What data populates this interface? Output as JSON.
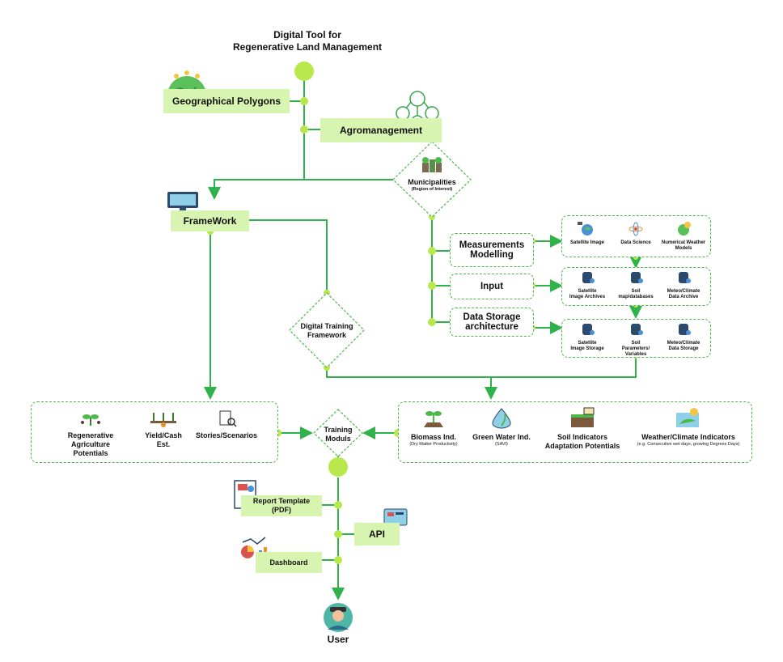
{
  "title_line1": "Digital Tool for",
  "title_line2": "Regenerative Land Management",
  "nodes": {
    "geo": "Geographical Polygons",
    "agro": "Agromanagement",
    "muni": "Municipalities",
    "muni_sub": "(Region of Interest)",
    "framework": "FrameWork",
    "meas_line1": "Measurements",
    "meas_line2": "Modelling",
    "input": "Input",
    "ds_line1": "Data Storage",
    "ds_line2": "architecture",
    "dtf_line1": "Digital Training",
    "dtf_line2": "Framework",
    "training_line1": "Training",
    "training_line2": "Moduls",
    "report_line1": "Report Template",
    "report_line2": "(PDF)",
    "api": "API",
    "dashboard": "Dashboard",
    "user": "User"
  },
  "measurement_items": [
    {
      "line1": "Satellite Image",
      "line2": "",
      "icon": "satellite-icon"
    },
    {
      "line1": "Data Science",
      "line2": "",
      "icon": "atom-icon"
    },
    {
      "line1": "Numerical Weather",
      "line2": "Models",
      "icon": "weather-globe-icon"
    }
  ],
  "input_items": [
    {
      "line1": "Satellite",
      "line2": "Image Archives",
      "icon": "database-icon"
    },
    {
      "line1": "Soil",
      "line2": "map/databases",
      "icon": "database-icon"
    },
    {
      "line1": "Meteo/Climate",
      "line2": "Data Archive",
      "icon": "database-icon"
    }
  ],
  "storage_items": [
    {
      "line1": "Satellite",
      "line2": "Image Storage",
      "icon": "database-icon"
    },
    {
      "line1": "Soil",
      "line2": "Parameters/ Variables",
      "icon": "database-icon"
    },
    {
      "line1": "Meteo/Climate",
      "line2": "Data Storage",
      "icon": "database-icon"
    }
  ],
  "left_panel": [
    {
      "line1": "Regenerative",
      "line2": "Agriculture Potentials",
      "icon": "plant-network-icon"
    },
    {
      "line1": "Yield/Cash",
      "line2": "Est.",
      "icon": "crops-money-icon"
    },
    {
      "line1": "Stories/Scenarios",
      "line2": "",
      "icon": "document-search-icon"
    }
  ],
  "indicators": [
    {
      "line1": "Biomass Ind.",
      "line2": "",
      "sub": "(Dry Matter Productivity)",
      "icon": "sprout-icon"
    },
    {
      "line1": "Green Water Ind.",
      "line2": "",
      "sub": "(SAVI)",
      "icon": "water-drop-leaf-icon"
    },
    {
      "line1": "Soil Indicators",
      "line2": "Adaptation Potentials",
      "sub": "",
      "icon": "soil-icon"
    },
    {
      "line1": "Weather/Climate Indicators",
      "line2": "",
      "sub": "(e.g. Consecutive wet days, growing Degrees Days)",
      "icon": "weather-map-icon"
    }
  ],
  "colors": {
    "line": "#2fb24a",
    "node": "#b9e84d",
    "box_fill": "#d7f5b1",
    "dashed": "#4cb848"
  }
}
